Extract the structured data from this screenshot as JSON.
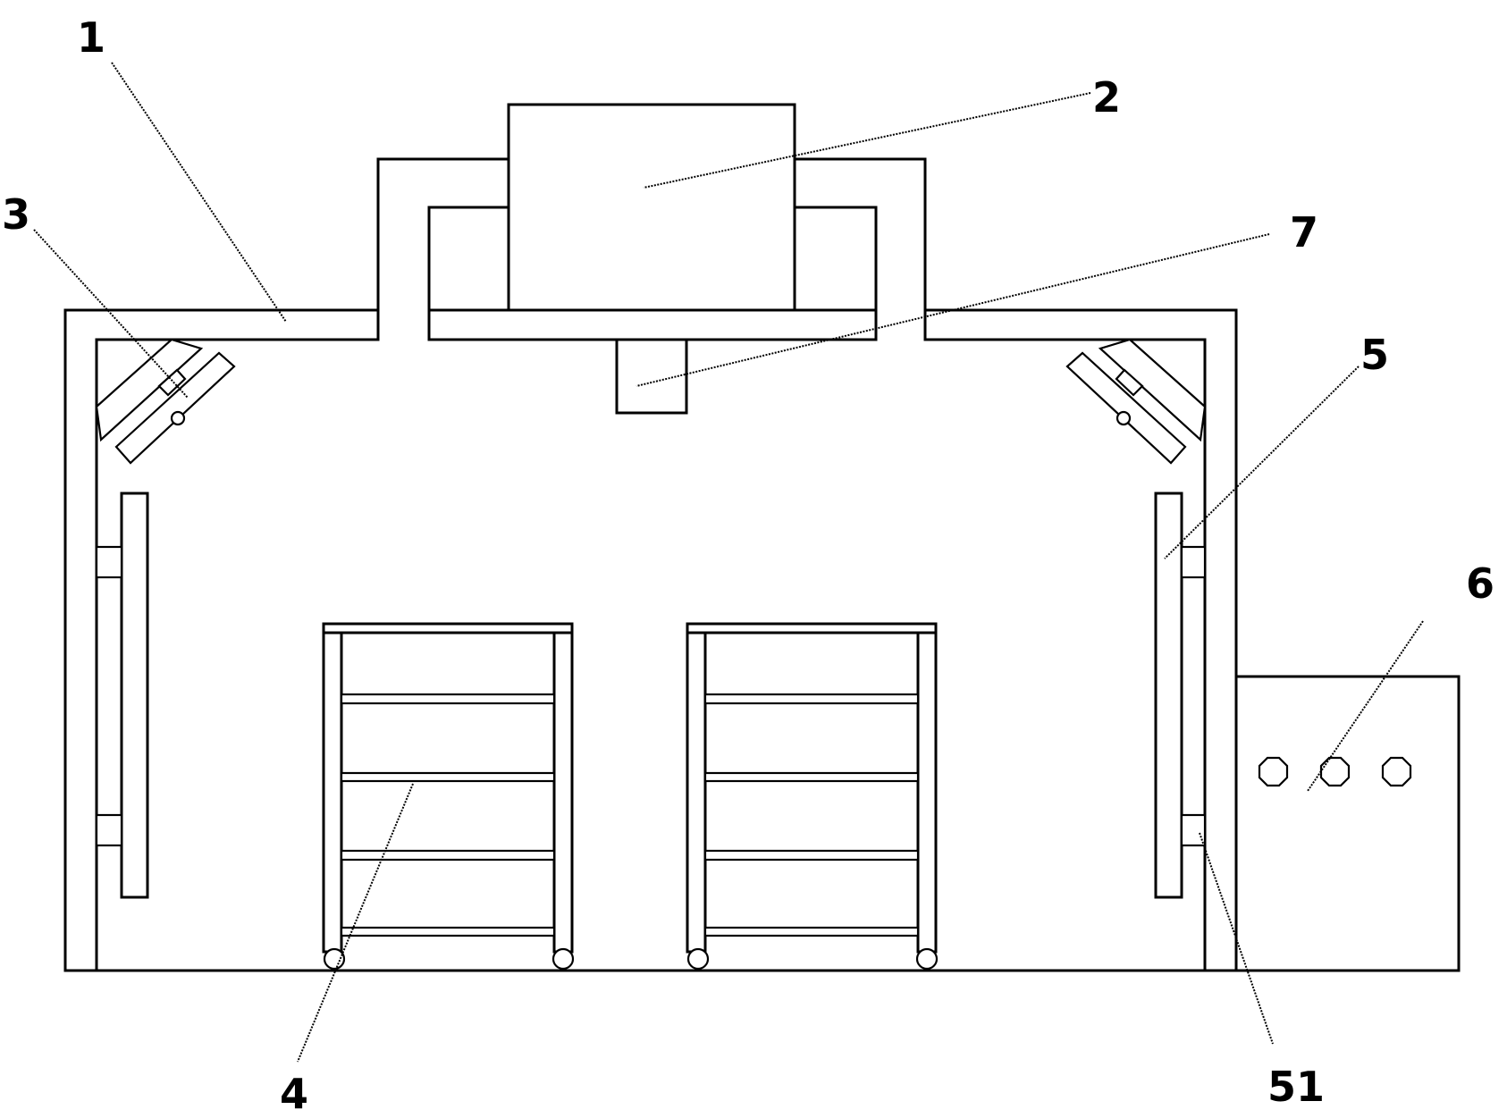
{
  "callouts": {
    "c1": "1",
    "c2": "2",
    "c3": "3",
    "c4": "4",
    "c5": "5",
    "c51": "51",
    "c6": "6",
    "c7": "7"
  },
  "colors": {
    "line": "#000000",
    "background": "#ffffff"
  }
}
